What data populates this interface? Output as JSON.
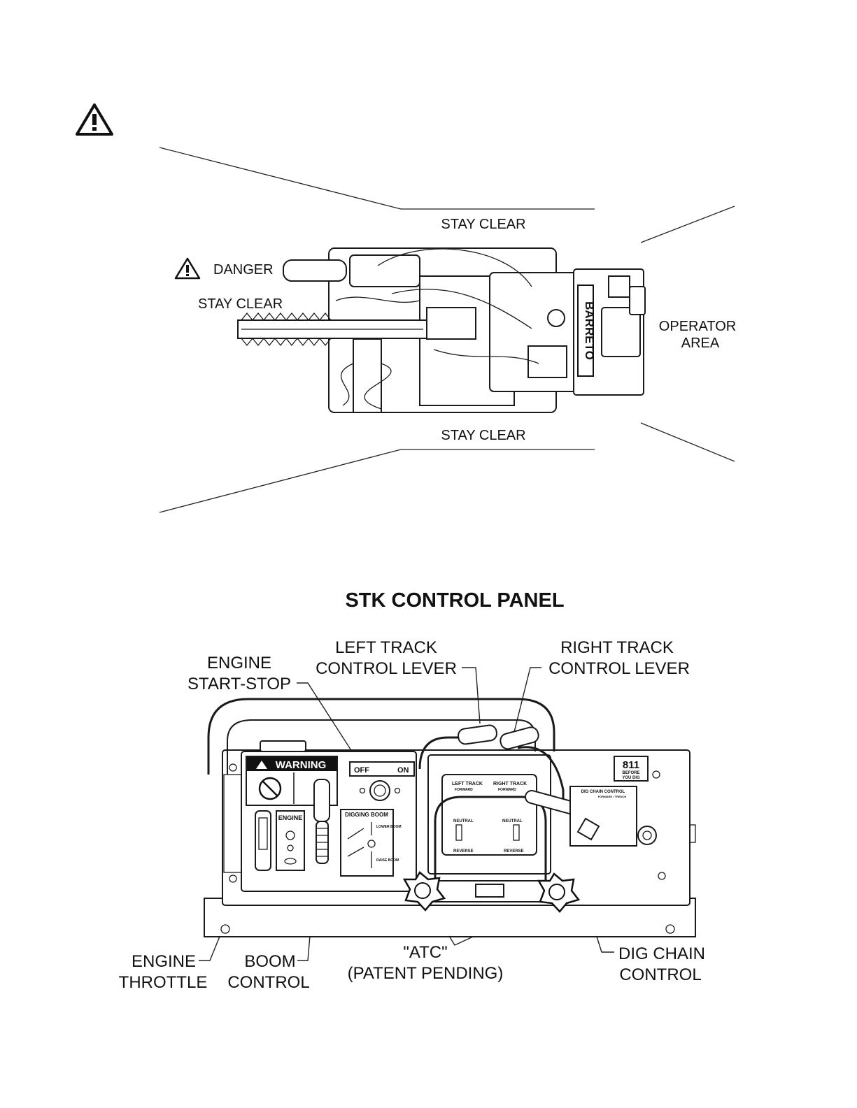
{
  "top_diagram": {
    "warning_icon": "warning-triangle-icon",
    "stay_clear_top": "STAY CLEAR",
    "stay_clear_bottom": "STAY CLEAR",
    "danger_label": "DANGER",
    "danger_stay_clear": "STAY CLEAR",
    "operator_area_line1": "OPERATOR",
    "operator_area_line2": "AREA",
    "machine_brand": "BARRETO"
  },
  "control_panel": {
    "title": "STK CONTROL PANEL",
    "callouts": {
      "engine_start_stop_1": "ENGINE",
      "engine_start_stop_2": "START-STOP",
      "left_track_1": "LEFT TRACK",
      "left_track_2": "CONTROL LEVER",
      "right_track_1": "RIGHT TRACK",
      "right_track_2": "CONTROL LEVER",
      "engine_throttle_1": "ENGINE",
      "engine_throttle_2": "THROTTLE",
      "boom_control_1": "BOOM",
      "boom_control_2": "CONTROL",
      "atc_1": "\"ATC\"",
      "atc_2": "(PATENT PENDING)",
      "dig_chain_1": "DIG CHAIN",
      "dig_chain_2": "CONTROL"
    },
    "decals": {
      "warning": "WARNING",
      "off": "OFF",
      "on": "ON",
      "engine": "ENGINE",
      "digging_boom": "DIGGING BOOM",
      "lower_boom": "LOWER BOOM",
      "raise_boom": "RAISE BOOM",
      "left_track": "LEFT TRACK",
      "right_track": "RIGHT TRACK",
      "forward_left": "FORWARD",
      "forward_right": "FORWARD",
      "neutral_left": "NEUTRAL",
      "neutral_right": "NEUTRAL",
      "reverse_left": "REVERSE",
      "reverse_right": "REVERSE",
      "dig_chain_control": "DIG CHAIN CONTROL",
      "forward_trench": "FORWARD / TRENCH",
      "n811": "811",
      "before": "BEFORE",
      "you_dig": "YOU DIG"
    }
  }
}
